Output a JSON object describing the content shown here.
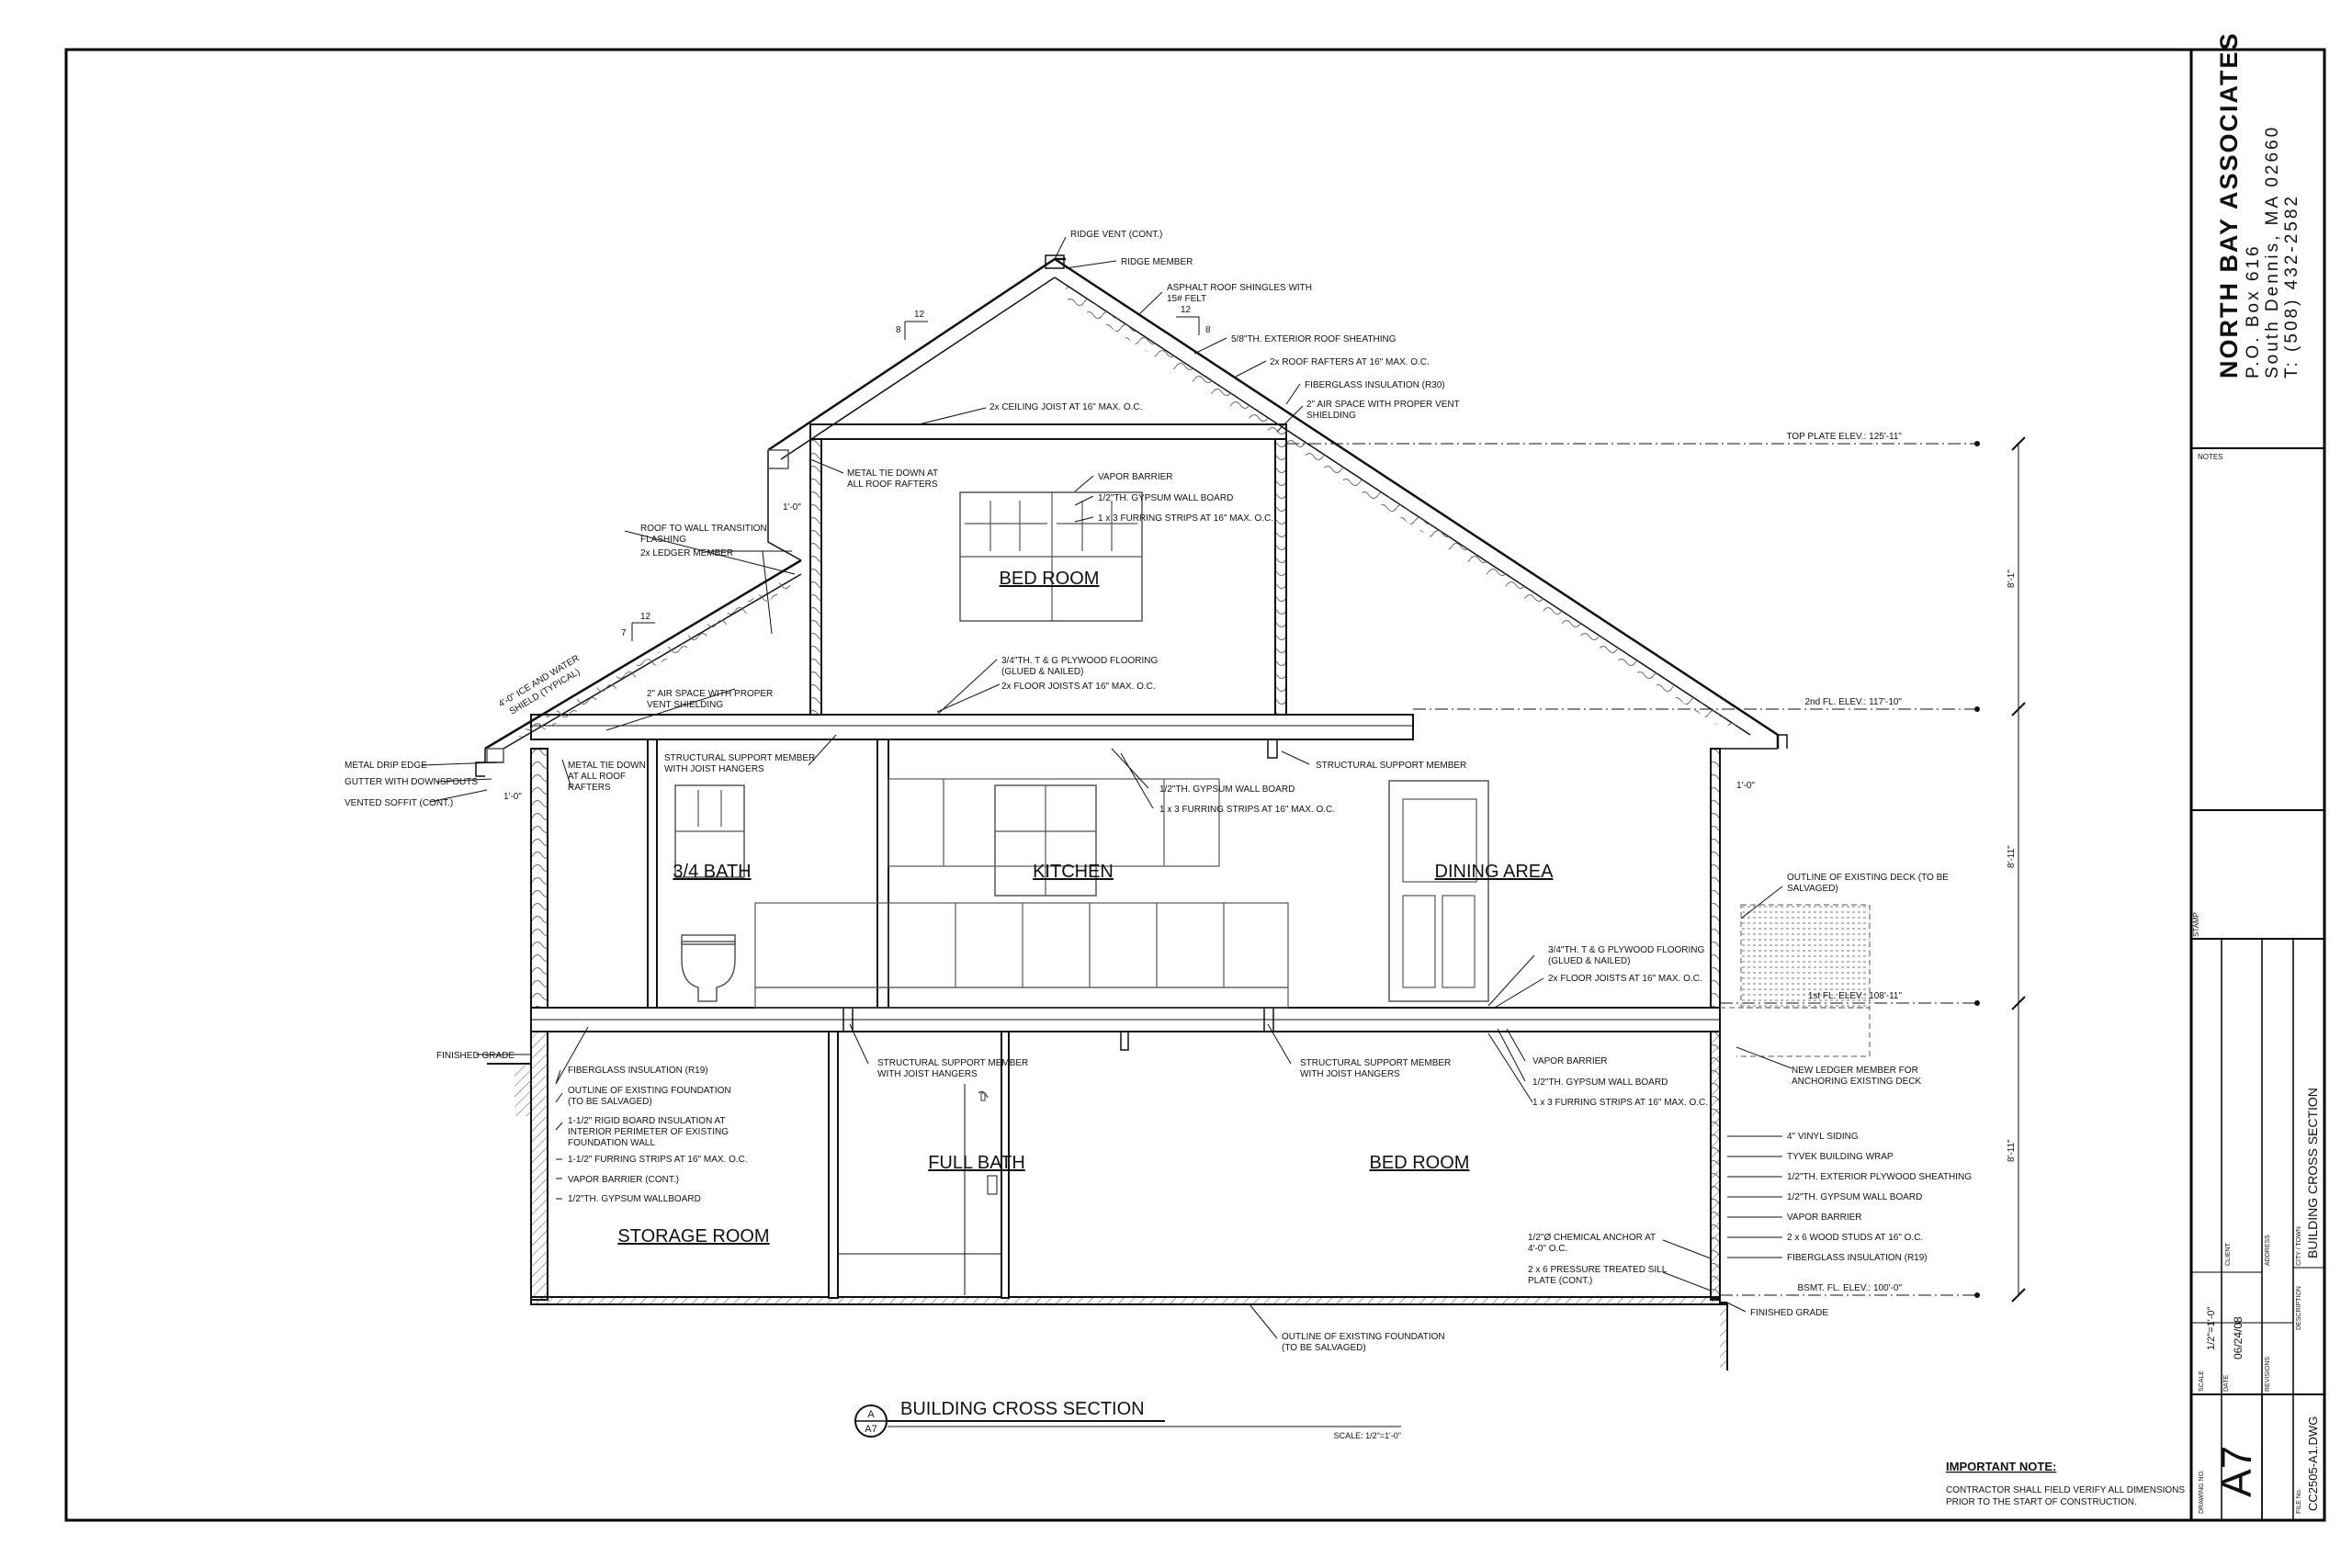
{
  "firm": {
    "name": "NORTH BAY ASSOCIATES",
    "address1": "P.O. Box 616",
    "address2": "South Dennis, MA 02660",
    "phone": "T: (508) 432-2582"
  },
  "title_block": {
    "notes_label": "NOTES",
    "stamp_label": "STAMP",
    "client_label": "CLIENT",
    "address_label": "ADDRESS",
    "city_label": "CITY / TOWN",
    "description_label": "DESCRIPTION",
    "description": "BUILDING CROSS SECTION",
    "scale_label": "SCALE",
    "scale": "1/2\"=1'-0\"",
    "date_label": "DATE",
    "date": "06/24/08",
    "revisions_label": "REVISIONS",
    "drawing_no_label": "DRAWING NO.",
    "drawing_no": "A7",
    "file_label": "FILE No.",
    "file": "CC2505-A1.DWG"
  },
  "drawing": {
    "title": "BUILDING CROSS SECTION",
    "scale_note": "SCALE: 1/2\"=1'-0\"",
    "section_mark_top": "A",
    "section_mark_bottom": "A7"
  },
  "rooms": {
    "bed_room_upper": "BED ROOM",
    "bath_34": "3/4 BATH",
    "kitchen": "KITCHEN",
    "dining": "DINING AREA",
    "full_bath": "FULL BATH",
    "bed_room_lower": "BED ROOM",
    "storage": "STORAGE ROOM"
  },
  "elevations": {
    "top_plate": "TOP PLATE ELEV.: 125'-11\"",
    "second_fl": "2nd FL. ELEV.: 117'-10\"",
    "first_fl": "1st FL. ELEV.: 108'-11\"",
    "bsmt_fl": "BSMT. FL. ELEV.: 100'-0\""
  },
  "dimensions": {
    "upper": "8'-1\"",
    "middle": "8'-11\"",
    "lower": "8'-11\"",
    "overhang_left_upper": "1'-0\"",
    "overhang_left_lower": "1'-0\"",
    "overhang_right": "1'-0\"",
    "pitch_main_run": "12",
    "pitch_main_rise": "8",
    "pitch_right_run": "12",
    "pitch_right_rise": "8",
    "pitch_lower_run": "12",
    "pitch_lower_rise": "7"
  },
  "callouts": {
    "ridge_vent": "RIDGE VENT (CONT.)",
    "ridge_member": "RIDGE MEMBER",
    "shingles_1": "ASPHALT ROOF SHINGLES WITH",
    "shingles_2": "15# FELT",
    "roof_sheathing": "5/8\"TH. EXTERIOR ROOF SHEATHING",
    "roof_rafters": "2x ROOF RAFTERS AT 16\" MAX. O.C.",
    "insul_r30": "FIBERGLASS INSULATION (R30)",
    "air_space_1": "2\" AIR SPACE WITH PROPER VENT",
    "air_space_2": "SHIELDING",
    "ceiling_joist": "2x CEILING JOIST AT 16\" MAX. O.C.",
    "tie_down_1": "METAL TIE DOWN AT",
    "tie_down_2": "ALL ROOF RAFTERS",
    "vapor_upper": "VAPOR BARRIER",
    "gyp_upper": "1/2\"TH. GYPSUM WALL BOARD",
    "furring_upper": "1 x 3 FURRING STRIPS AT 16\" MAX. O.C.",
    "flashing_1": "ROOF TO WALL TRANSITION",
    "flashing_2": "FLASHING",
    "ledger": "2x LEDGER MEMBER",
    "ice_1": "4'-0\" ICE AND WATER",
    "ice_2": "SHIELD (TYPICAL)",
    "air_low_1": "2\" AIR SPACE WITH PROPER",
    "air_low_2": "VENT SHIELDING",
    "plywood_upper_1": "3/4\"TH. T & G PLYWOOD FLOORING",
    "plywood_upper_2": "(GLUED & NAILED)",
    "floor_joists_upper": "2x FLOOR JOISTS AT 16\" MAX. O.C.",
    "drip_edge": "METAL DRIP EDGE",
    "gutter": "GUTTER WITH DOWNSPOUTS",
    "soffit": "VENTED SOFFIT (CONT.)",
    "tie_low_1": "METAL TIE DOWN",
    "tie_low_2": "AT ALL ROOF",
    "tie_low_3": "RAFTERS",
    "struct_joist_1": "STRUCTURAL SUPPORT MEMBER",
    "struct_joist_2": "WITH JOIST HANGERS",
    "struct_member": "STRUCTURAL SUPPORT MEMBER",
    "gyp_main": "1/2\"TH. GYPSUM WALL BOARD",
    "furring_main": "1 x 3 FURRING STRIPS AT 16\" MAX. O.C.",
    "deck_1": "OUTLINE OF EXISTING DECK (TO BE",
    "deck_2": "SALVAGED)",
    "plywood_main_1": "3/4\"TH. T & G PLYWOOD FLOORING",
    "plywood_main_2": "(GLUED & NAILED)",
    "floor_joists_main": "2x FLOOR JOISTS AT 16\" MAX. O.C.",
    "finished_grade_left": "FINISHED GRADE",
    "insul_r19": "FIBERGLASS INSULATION (R19)",
    "found_outline_1": "OUTLINE OF EXISTING FOUNDATION",
    "found_outline_2": "(TO BE SALVAGED)",
    "rigid_1": "1-1/2\" RIGID BOARD INSULATION AT",
    "rigid_2": "INTERIOR PERIMETER OF EXISTING",
    "rigid_3": "FOUNDATION WALL",
    "furring_bsmt": "1-1/2\" FURRING STRIPS AT 16\" MAX. O.C.",
    "vapor_bsmt": "VAPOR BARRIER (CONT.)",
    "gyp_bsmt": "1/2\"TH. GYPSUM WALLBOARD",
    "struct_bsmt_l1": "STRUCTURAL SUPPORT MEMBER",
    "struct_bsmt_l2": "WITH JOIST HANGERS",
    "struct_bsmt_r1": "STRUCTURAL SUPPORT MEMBER",
    "struct_bsmt_r2": "WITH JOIST HANGERS",
    "vapor_bsmt_ceiling": "VAPOR BARRIER",
    "gyp_bsmt_ceiling": "1/2\"TH. GYPSUM WALL BOARD",
    "furring_bsmt_ceiling": "1 x 3 FURRING STRIPS AT 16\" MAX. O.C.",
    "ledger_deck_1": "NEW LEDGER MEMBER FOR",
    "ledger_deck_2": "ANCHORING EXISTING DECK",
    "vinyl": "4\" VINYL SIDING",
    "tyvek": "TYVEK BUILDING WRAP",
    "wall_sheathing": "1/2\"TH. EXTERIOR PLYWOOD SHEATHING",
    "gyp_wall": "1/2\"TH. GYPSUM WALL BOARD",
    "vapor_wall": "VAPOR BARRIER",
    "studs": "2 x 6 WOOD STUDS AT 16\" O.C.",
    "insul_wall": "FIBERGLASS INSULATION (R19)",
    "anchor_1": "1/2\"Ø CHEMICAL ANCHOR AT",
    "anchor_2": "4'-0\" O.C.",
    "sill_1": "2 x 6 PRESSURE TREATED SILL",
    "sill_2": "PLATE (CONT.)",
    "finished_grade_right": "FINISHED GRADE",
    "found_bottom_1": "OUTLINE OF EXISTING FOUNDATION",
    "found_bottom_2": "(TO BE SALVAGED)"
  },
  "note": {
    "heading": "IMPORTANT NOTE:",
    "line1": "CONTRACTOR SHALL FIELD VERIFY ALL DIMENSIONS",
    "line2": "PRIOR TO THE START OF CONSTRUCTION."
  }
}
